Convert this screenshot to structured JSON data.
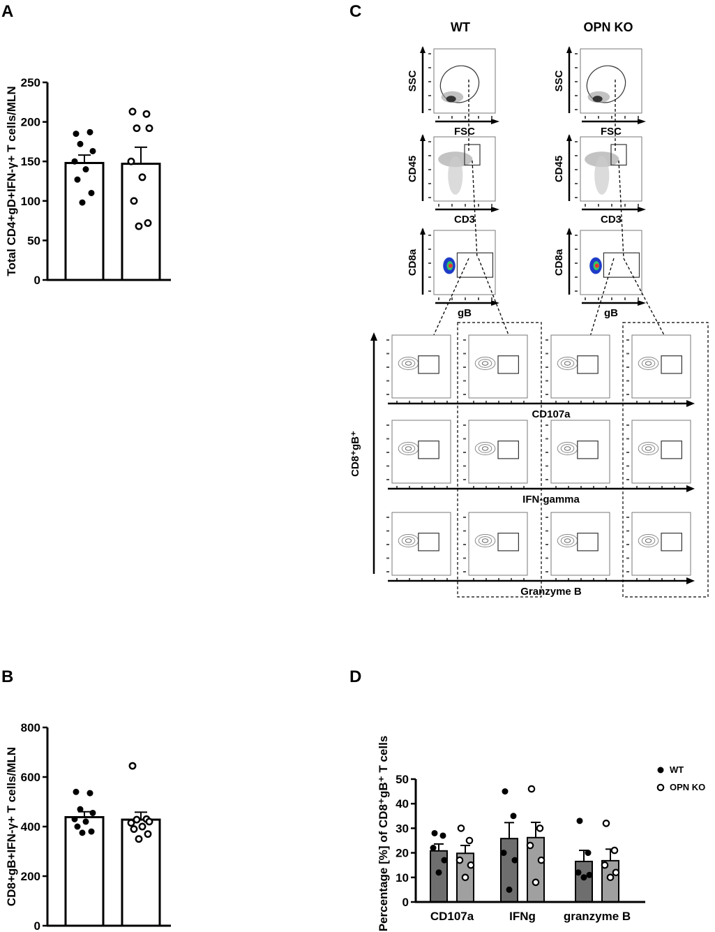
{
  "panels": {
    "A": "A",
    "B": "B",
    "C": "C",
    "D": "D"
  },
  "chart_data": [
    {
      "panel": "A",
      "type": "bar",
      "ylabel": "Total CD4+gD+IFN-γ+ T cells/MLN",
      "ylim": [
        0,
        250
      ],
      "yticks": [
        0,
        50,
        100,
        150,
        200,
        250
      ],
      "series": [
        {
          "marker": "filled",
          "mean": 148,
          "sem": 10,
          "points": [
            185,
            187,
            172,
            163,
            150,
            140,
            127,
            110,
            98
          ]
        },
        {
          "marker": "open",
          "mean": 147,
          "sem": 21,
          "points": [
            213,
            210,
            192,
            192,
            150,
            130,
            100,
            72,
            68
          ]
        }
      ]
    },
    {
      "panel": "B",
      "type": "bar",
      "ylabel": "CD8+gB+IFN-γ+ T cells/MLN",
      "ylim": [
        0,
        800
      ],
      "yticks": [
        0,
        200,
        400,
        600,
        800
      ],
      "series": [
        {
          "marker": "filled",
          "mean": 438,
          "sem": 22,
          "points": [
            540,
            535,
            470,
            455,
            430,
            420,
            400,
            380,
            375
          ]
        },
        {
          "marker": "open",
          "mean": 428,
          "sem": 30,
          "points": [
            645,
            430,
            428,
            420,
            415,
            400,
            390,
            370,
            350
          ]
        }
      ]
    },
    {
      "panel": "D",
      "type": "bar",
      "ylabel": "Percentage [%] of CD8⁺gB⁺ T cells",
      "ylim": [
        0,
        50
      ],
      "yticks": [
        0,
        10,
        20,
        30,
        40,
        50
      ],
      "categories": [
        "CD107a",
        "IFNg",
        "granzyme B"
      ],
      "legend_position": "right",
      "series": [
        {
          "name": "WT",
          "marker": "filled",
          "color": "#6e6e6e",
          "values": [
            20.8,
            25.8,
            16.5
          ],
          "sem": [
            2.8,
            6.5,
            4.5
          ],
          "points": [
            [
              28,
              27,
              22,
              17,
              12
            ],
            [
              45,
              35,
              20,
              17,
              5
            ],
            [
              33,
              20,
              12,
              11,
              10
            ]
          ]
        },
        {
          "name": "OPN KO",
          "marker": "open",
          "color": "#a0a0a0",
          "values": [
            19.8,
            26.2,
            16.8
          ],
          "sem": [
            3.2,
            6.2,
            4.7
          ],
          "points": [
            [
              30,
              25,
              17,
              15,
              10
            ],
            [
              46,
              30,
              23,
              17,
              8
            ],
            [
              32,
              21,
              15,
              12,
              10
            ]
          ]
        }
      ]
    }
  ],
  "flow": {
    "columns": [
      "WT",
      "OPN KO"
    ],
    "gating": [
      {
        "y": "SSC",
        "x": "FSC"
      },
      {
        "y": "CD45",
        "x": "CD3"
      },
      {
        "y": "CD8a",
        "x": "gB"
      }
    ],
    "grid_y_label": "CD8⁺gB⁺",
    "grid_rows": [
      "CD107a",
      "IFN-gamma",
      "Granzyme B"
    ]
  }
}
